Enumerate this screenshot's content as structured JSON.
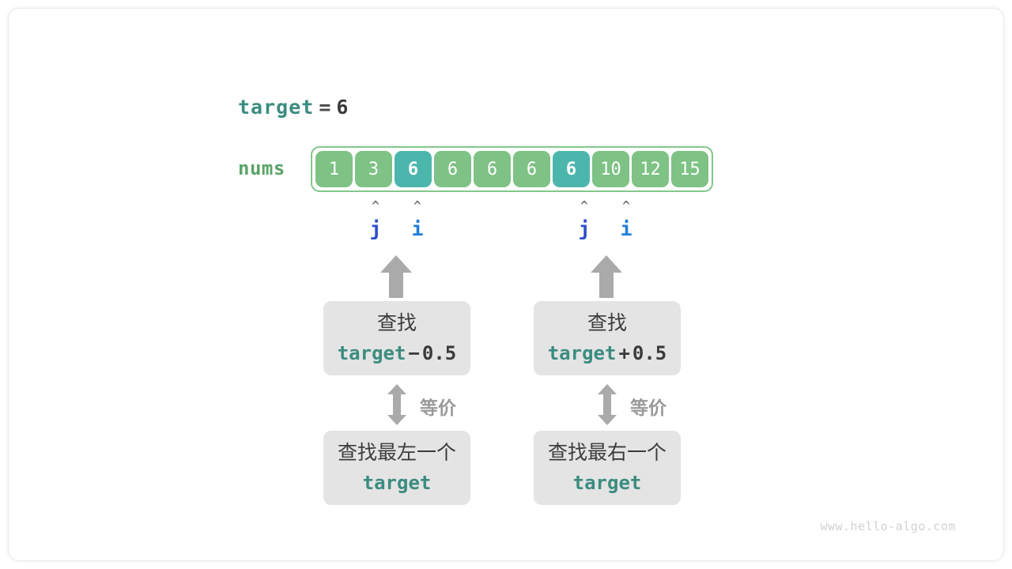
{
  "diagram": {
    "title_expression": {
      "variable": "target",
      "operator": "=",
      "value": "6"
    },
    "array": {
      "name": "nums",
      "cells": [
        {
          "value": "1",
          "highlighted": false
        },
        {
          "value": "3",
          "highlighted": false
        },
        {
          "value": "6",
          "highlighted": true
        },
        {
          "value": "6",
          "highlighted": false
        },
        {
          "value": "6",
          "highlighted": false
        },
        {
          "value": "6",
          "highlighted": false
        },
        {
          "value": "6",
          "highlighted": true
        },
        {
          "value": "10",
          "highlighted": false
        },
        {
          "value": "12",
          "highlighted": false
        },
        {
          "value": "15",
          "highlighted": false
        }
      ]
    },
    "pointers": [
      {
        "label": "j",
        "caret": "^",
        "cell_index": 1
      },
      {
        "label": "i",
        "caret": "^",
        "cell_index": 2
      },
      {
        "label": "j",
        "caret": "^",
        "cell_index": 6
      },
      {
        "label": "i",
        "caret": "^",
        "cell_index": 7
      }
    ],
    "branches": [
      {
        "top_box": {
          "line1": "查找",
          "code_kw": "target",
          "code_op": "−",
          "code_num": "0.5"
        },
        "equivalence_label": "等价",
        "bottom_box": {
          "line1": "查找最左一个",
          "code_kw": "target"
        }
      },
      {
        "top_box": {
          "line1": "查找",
          "code_kw": "target",
          "code_op": "+",
          "code_num": "0.5"
        },
        "equivalence_label": "等价",
        "bottom_box": {
          "line1": "查找最右一个",
          "code_kw": "target"
        }
      }
    ],
    "watermark": "www.hello-algo.com",
    "colors": {
      "cell_normal": "#7ec285",
      "cell_highlight": "#4cb6ad",
      "array_border": "#83c78c",
      "keyword_teal": "#3b8c80",
      "pointer_j": "#2c4ecc",
      "pointer_i": "#1f7fda",
      "box_grey": "#e4e4e4",
      "arrow_grey": "#aaaaaa"
    }
  }
}
